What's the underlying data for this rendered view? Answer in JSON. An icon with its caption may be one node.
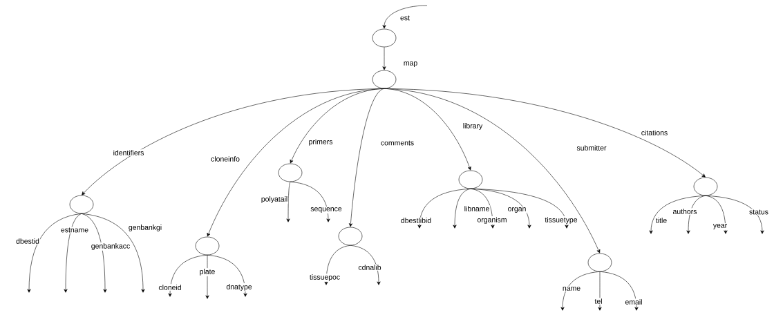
{
  "diagram": {
    "nodes": [
      {
        "text": [],
        "shape": "ellipse"
      },
      {
        "text": [],
        "shape": "ellipse"
      },
      {
        "text": [],
        "shape": "ellipse"
      },
      {
        "text": [],
        "shape": "ellipse"
      },
      {
        "text": [],
        "shape": "ellipse"
      },
      {
        "text": [],
        "shape": "ellipse"
      },
      {
        "text": [],
        "shape": "ellipse"
      },
      {
        "text": [],
        "shape": "ellipse"
      },
      {
        "text": [],
        "shape": "ellipse"
      }
    ],
    "edges": [
      {
        "from": null,
        "to": 0,
        "arrow": "to",
        "label": "est"
      },
      {
        "from": 0,
        "to": 1,
        "arrow": "to",
        "label": "map"
      },
      {
        "from": 1,
        "to": 2,
        "arrow": "to",
        "label": "identifiers"
      },
      {
        "from": 1,
        "to": 3,
        "arrow": "to",
        "label": "cloneinfo"
      },
      {
        "from": 1,
        "to": 4,
        "arrow": "to",
        "label": "primers"
      },
      {
        "from": 1,
        "to": 5,
        "arrow": "to",
        "label": "comments"
      },
      {
        "from": 1,
        "to": 6,
        "arrow": "to",
        "label": "library"
      },
      {
        "from": 1,
        "to": 7,
        "arrow": "to",
        "label": "submitter"
      },
      {
        "from": 1,
        "to": 8,
        "arrow": "to",
        "label": "citations"
      },
      {
        "from": 2,
        "to": null,
        "arrow": "to",
        "label": "dbestid"
      },
      {
        "from": 2,
        "to": null,
        "arrow": "to",
        "label": "estname"
      },
      {
        "from": 2,
        "to": null,
        "arrow": "to",
        "label": "genbankacc"
      },
      {
        "from": 2,
        "to": null,
        "arrow": "to",
        "label": "genbankgi"
      },
      {
        "from": 3,
        "to": null,
        "arrow": "to",
        "label": "cloneid"
      },
      {
        "from": 3,
        "to": null,
        "arrow": "to",
        "label": "plate"
      },
      {
        "from": 3,
        "to": null,
        "arrow": "to",
        "label": "dnatype"
      },
      {
        "from": 4,
        "to": null,
        "arrow": "to",
        "label": "polyatail"
      },
      {
        "from": 4,
        "to": null,
        "arrow": "to",
        "label": "sequence"
      },
      {
        "from": 5,
        "to": null,
        "arrow": "to",
        "label": "tissuepoc"
      },
      {
        "from": 5,
        "to": null,
        "arrow": "to",
        "label": "cdnalib"
      },
      {
        "from": 6,
        "to": null,
        "arrow": "to",
        "label": "dbestlibid"
      },
      {
        "from": 6,
        "to": null,
        "arrow": "to",
        "label": "libname"
      },
      {
        "from": 6,
        "to": null,
        "arrow": "to",
        "label": "organism"
      },
      {
        "from": 6,
        "to": null,
        "arrow": "to",
        "label": "organ"
      },
      {
        "from": 6,
        "to": null,
        "arrow": "to",
        "label": "tissuetype"
      },
      {
        "from": 7,
        "to": null,
        "arrow": "to",
        "label": "name"
      },
      {
        "from": 7,
        "to": null,
        "arrow": "to",
        "label": "tel"
      },
      {
        "from": 7,
        "to": null,
        "arrow": "to",
        "label": "email"
      },
      {
        "from": 8,
        "to": null,
        "arrow": "to",
        "label": "title"
      },
      {
        "from": 8,
        "to": null,
        "arrow": "to",
        "label": "authors"
      },
      {
        "from": 8,
        "to": null,
        "arrow": "to",
        "label": "year"
      },
      {
        "from": 8,
        "to": null,
        "arrow": "to",
        "label": "status"
      }
    ]
  }
}
